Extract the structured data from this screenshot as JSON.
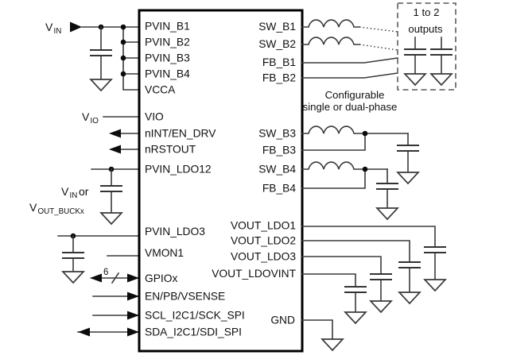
{
  "diagram": {
    "kind": "PMIC typical application schematic",
    "chip": {
      "left_pins": [
        "PVIN_B1",
        "PVIN_B2",
        "PVIN_B3",
        "PVIN_B4",
        "VCCA",
        "VIO",
        "nINT/EN_DRV",
        "nRSTOUT",
        "PVIN_LDO12",
        "PVIN_LDO3",
        "VMON1",
        "GPIOx",
        "EN/PB/VSENSE",
        "SCL_I2C1/SCK_SPI",
        "SDA_I2C1/SDI_SPI"
      ],
      "right_pins": [
        "SW_B1",
        "SW_B2",
        "FB_B1",
        "FB_B2",
        "SW_B3",
        "FB_B3",
        "SW_B4",
        "FB_B4",
        "VOUT_LDO1",
        "VOUT_LDO2",
        "VOUT_LDO3",
        "VOUT_LDOVINT",
        "GND"
      ]
    },
    "external_labels": {
      "vin": {
        "base": "V",
        "sub": "IN"
      },
      "vio": {
        "base": "V",
        "sub": "IO"
      },
      "ldo12_supply_a": {
        "base": "V",
        "sub": "IN",
        "suffix": "or"
      },
      "ldo12_supply_b": {
        "base": "V",
        "sub": "OUT_BUCKx"
      },
      "gpio_bus_width": "6"
    },
    "annotations": {
      "outputs_box_line1": "1 to 2",
      "outputs_box_line2": "outputs",
      "phase_note_line1": "Configurable",
      "phase_note_line2": "single or dual-phase"
    },
    "component_counts": {
      "inductors": 4,
      "capacitors": 11,
      "ground_symbols": 12
    },
    "colors": {
      "wire": "#3a3a3a",
      "chip_border": "#000000",
      "text": "#111111",
      "dashed_box": "#6f6f6f",
      "background": "#ffffff"
    }
  }
}
